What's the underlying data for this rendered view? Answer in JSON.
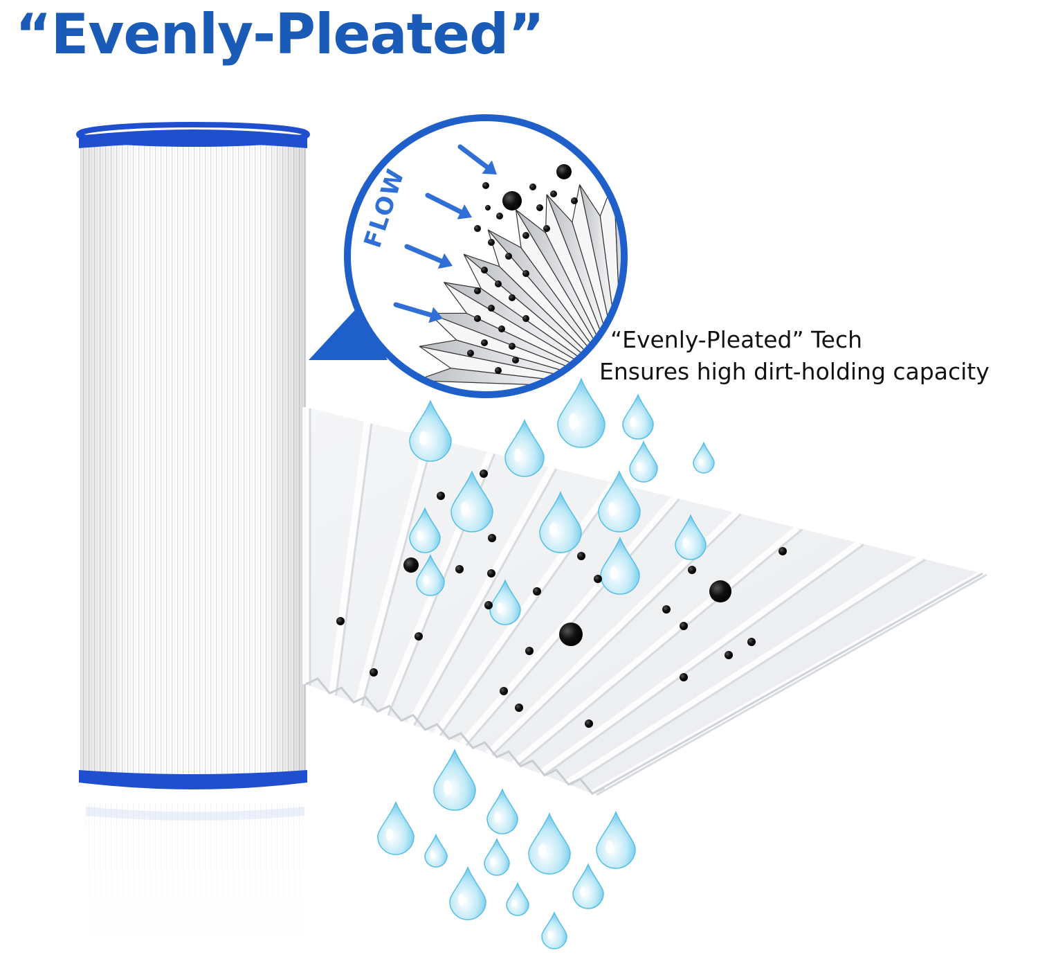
{
  "headline": "“Evenly-Pleated”",
  "flow_label": "FLOW",
  "caption": {
    "line1": "“Evenly-Pleated” Tech",
    "line2": "Ensures high dirt-holding capacity"
  },
  "colors": {
    "brand_blue": "#1a5bb8",
    "rim_blue": "#1f4fcf",
    "arrow_blue": "#2f6fd6",
    "drop_light": "#c9ecf8",
    "drop_mid": "#6fcbe9",
    "particle": "#111111"
  },
  "icons": [
    "water-drop-icon",
    "dirt-particle-icon",
    "flow-arrow-icon"
  ]
}
